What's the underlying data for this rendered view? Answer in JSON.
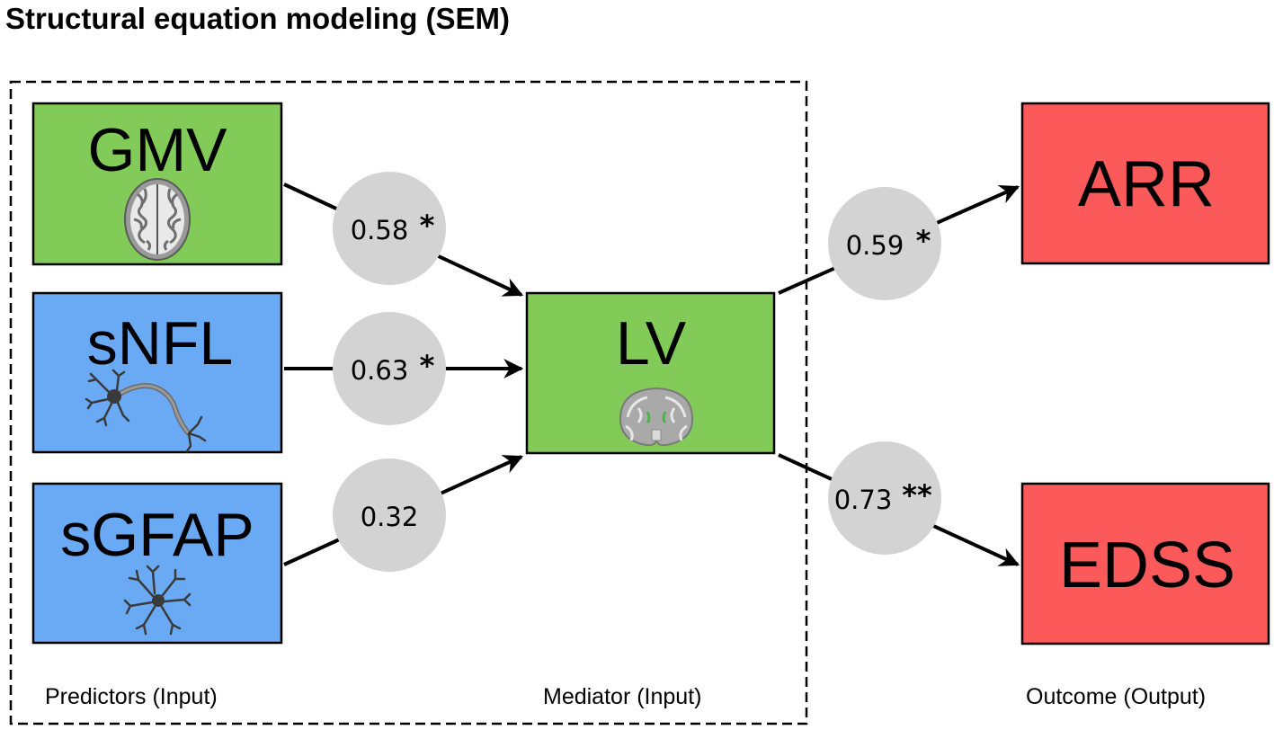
{
  "title": "Structural equation modeling (SEM)",
  "colors": {
    "predictor_green": "#82cb58",
    "predictor_blue": "#6aaaf5",
    "outcome_red": "#fc5a5a",
    "coef_circle": "#d3d3d3",
    "arrow": "#000000"
  },
  "nodes": {
    "gmv": {
      "label": "GMV",
      "icon": "brain-axial-icon"
    },
    "snfl": {
      "label": "sNFL",
      "icon": "neuron-icon"
    },
    "sgfap": {
      "label": "sGFAP",
      "icon": "astrocyte-icon"
    },
    "lv": {
      "label": "LV",
      "icon": "brain-coronal-icon"
    },
    "arr": {
      "label": "ARR"
    },
    "edss": {
      "label": "EDSS"
    }
  },
  "paths": {
    "gmv_lv": {
      "value": "0.58",
      "sig": "*"
    },
    "snfl_lv": {
      "value": "0.63",
      "sig": "*"
    },
    "sgfap_lv": {
      "value": "0.32",
      "sig": ""
    },
    "lv_arr": {
      "value": "0.59",
      "sig": "*"
    },
    "lv_edss": {
      "value": "0.73",
      "sig": "**"
    }
  },
  "sections": {
    "predictors": "Predictors (Input)",
    "mediator": "Mediator (Input)",
    "outcome": "Outcome (Output)"
  }
}
